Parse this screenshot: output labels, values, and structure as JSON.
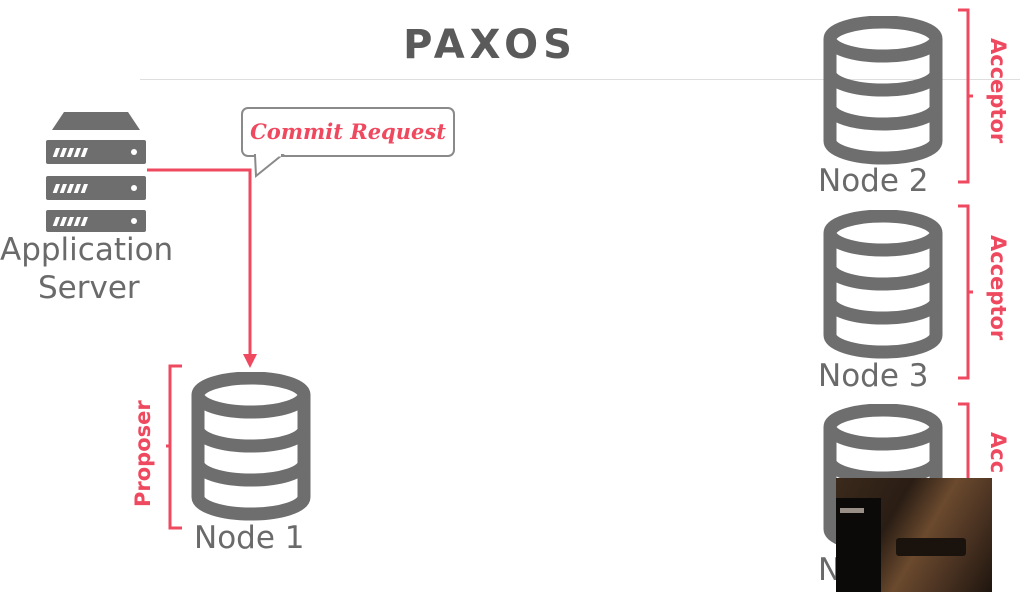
{
  "title": "PAXOS",
  "application_server": {
    "label_line1": "Application",
    "label_line2": "Server"
  },
  "bubble": {
    "text": "Commit Request"
  },
  "proposer": {
    "node_label": "Node 1",
    "role": "Proposer"
  },
  "acceptors": [
    {
      "node_label": "Node 2",
      "role": "Acceptor"
    },
    {
      "node_label": "Node 3",
      "role": "Acceptor"
    },
    {
      "node_label": "N",
      "role": "Acc"
    }
  ],
  "colors": {
    "accent": "#ef4960",
    "icon": "#6e6e6e",
    "text": "#6a6a6a"
  }
}
